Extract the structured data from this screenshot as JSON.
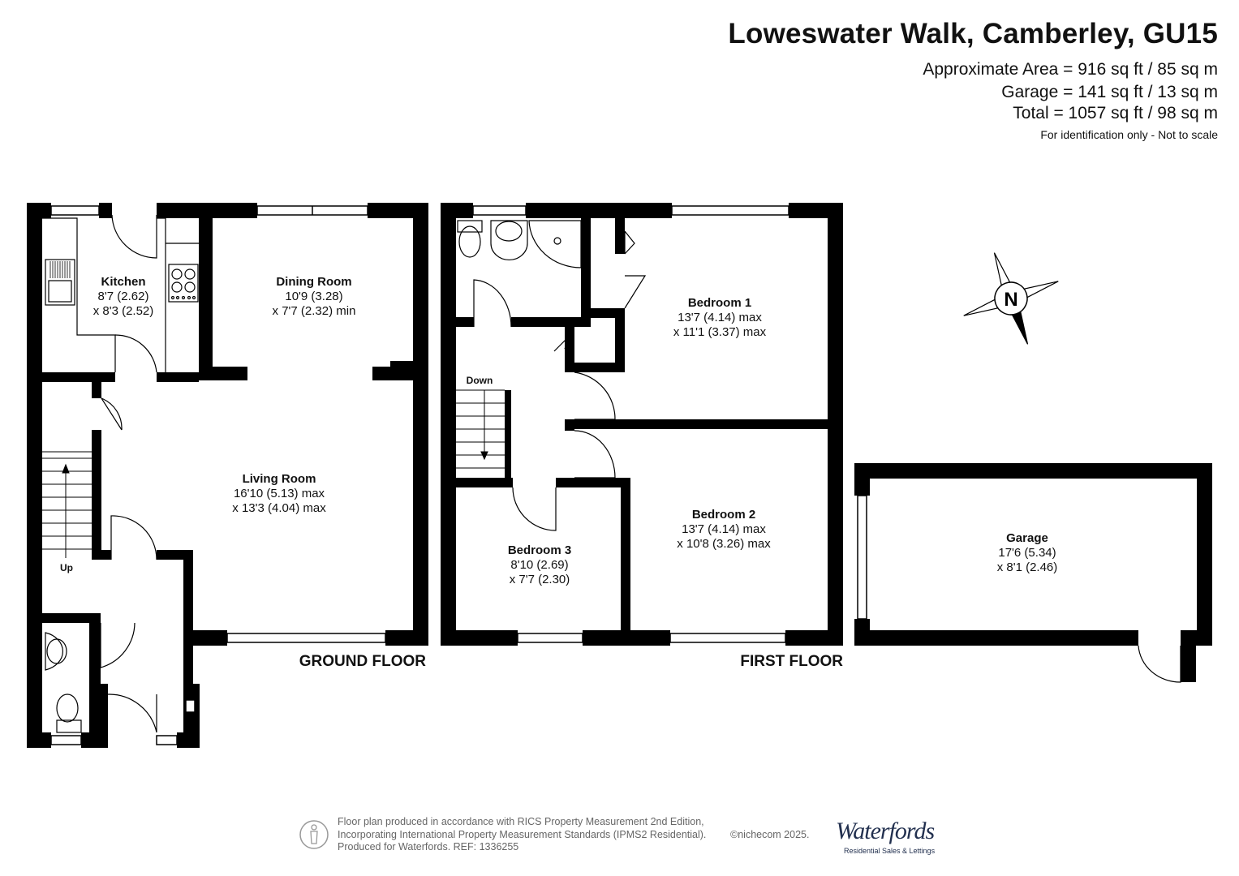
{
  "header": {
    "title": "Loweswater Walk, Camberley, GU15",
    "area": "Approximate Area = 916 sq ft / 85 sq m",
    "garage": "Garage = 141 sq ft / 13 sq m",
    "total": "Total = 1057 sq ft / 98 sq m",
    "note": "For identification only - Not to scale"
  },
  "rooms": {
    "kitchen": {
      "name": "Kitchen",
      "dim1": "8'7 (2.62)",
      "dim2": "x 8'3 (2.52)"
    },
    "dining": {
      "name": "Dining Room",
      "dim1": "10'9 (3.28)",
      "dim2": "x 7'7 (2.32) min"
    },
    "living": {
      "name": "Living Room",
      "dim1": "16'10 (5.13) max",
      "dim2": "x 13'3 (4.04) max"
    },
    "bedroom1": {
      "name": "Bedroom 1",
      "dim1": "13'7 (4.14) max",
      "dim2": "x 11'1 (3.37) max"
    },
    "bedroom2": {
      "name": "Bedroom 2",
      "dim1": "13'7 (4.14) max",
      "dim2": "x 10'8 (3.26) max"
    },
    "bedroom3": {
      "name": "Bedroom 3",
      "dim1": "8'10 (2.69)",
      "dim2": "x 7'7 (2.30)"
    },
    "garage": {
      "name": "Garage",
      "dim1": "17'6 (5.34)",
      "dim2": "x 8'1 (2.46)"
    }
  },
  "labels": {
    "up": "Up",
    "down": "Down",
    "ground_floor": "GROUND FLOOR",
    "first_floor": "FIRST FLOOR",
    "compass": "N"
  },
  "footer": {
    "line1": "Floor plan produced in accordance with RICS Property Measurement 2nd Edition,",
    "line2": "Incorporating International Property Measurement Standards (IPMS2 Residential).",
    "line3": "Produced for Waterfords.   REF: 1336255",
    "copyright": "©nichecom 2025.",
    "logo_text": "Waterfords",
    "logo_tagline": "Residential Sales & Lettings"
  }
}
